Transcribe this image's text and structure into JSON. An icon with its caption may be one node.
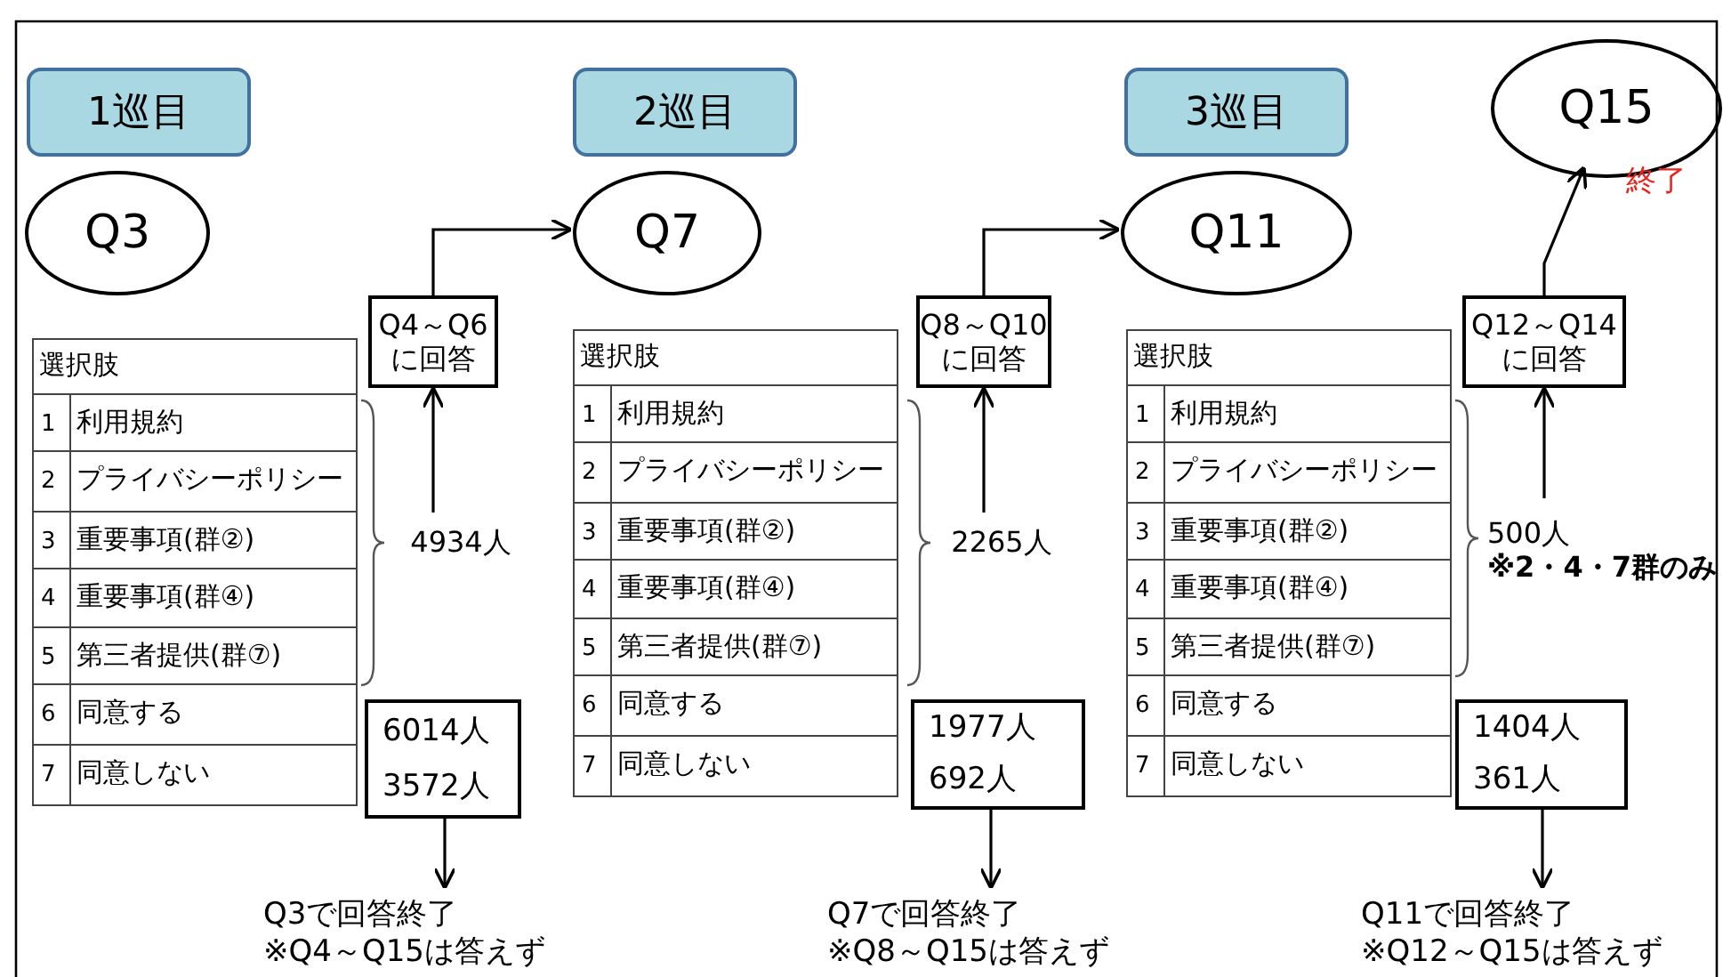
{
  "diagram": {
    "nodes": [
      {
        "text": [
          "1巡目"
        ]
      },
      {
        "text": [
          "2巡目"
        ]
      },
      {
        "text": [
          "3巡目"
        ]
      },
      {
        "text": [
          "Q15"
        ],
        "beside": [
          "終了"
        ]
      },
      {
        "text": [
          "Q3"
        ]
      },
      {
        "text": [
          "Q7"
        ]
      },
      {
        "text": [
          "Q11"
        ]
      },
      {
        "text": [
          "Q4～Q6",
          "に回答"
        ]
      },
      {
        "text": [
          "Q8～Q10",
          "に回答"
        ]
      },
      {
        "text": [
          "Q12～Q14",
          "に回答"
        ]
      },
      {
        "text": [
          "4934人"
        ]
      },
      {
        "text": [
          "2265人"
        ]
      },
      {
        "text": [
          "500人",
          "※2・4・7群のみ"
        ]
      },
      {
        "text": [
          "6014人",
          "3572人"
        ]
      },
      {
        "text": [
          "1977人",
          "692人"
        ]
      },
      {
        "text": [
          "1404人",
          "361人"
        ]
      },
      {
        "text": [
          "Q3で回答終了",
          "※Q4～Q15は答えず"
        ]
      },
      {
        "text": [
          "Q7で回答終了",
          "※Q8～Q15は答えず"
        ]
      },
      {
        "text": [
          "Q11で回答終了",
          "※Q12～Q15は答えず"
        ]
      }
    ],
    "edges": [
      {
        "from": 7,
        "to": 5,
        "arrow": "to"
      },
      {
        "from": 8,
        "to": 6,
        "arrow": "to"
      },
      {
        "from": 9,
        "to": 3,
        "arrow": "to"
      },
      {
        "from": 10,
        "to": 7,
        "arrow": "to"
      },
      {
        "from": 11,
        "to": 8,
        "arrow": "to"
      },
      {
        "from": 12,
        "to": 9,
        "arrow": "to"
      },
      {
        "from": 13,
        "to": 16,
        "arrow": "to"
      },
      {
        "from": 14,
        "to": 17,
        "arrow": "to"
      },
      {
        "from": 15,
        "to": 18,
        "arrow": "to"
      }
    ],
    "labels": [
      "選択肢",
      "1",
      "利用規約",
      "2",
      "プライバシーポリシー",
      "3",
      "重要事項(群②)",
      "4",
      "重要事項(群④)",
      "5",
      "第三者提供(群⑦)",
      "6",
      "同意する",
      "7",
      "同意しない",
      "選択肢",
      "1",
      "利用規約",
      "2",
      "プライバシーポリシー",
      "3",
      "重要事項(群②)",
      "4",
      "重要事項(群④)",
      "5",
      "第三者提供(群⑦)",
      "6",
      "同意する",
      "7",
      "同意しない",
      "選択肢",
      "1",
      "利用規約",
      "2",
      "プライバシーポリシー",
      "3",
      "重要事項(群②)",
      "4",
      "重要事項(群④)",
      "5",
      "第三者提供(群⑦)",
      "6",
      "同意する",
      "7",
      "同意しない"
    ]
  }
}
